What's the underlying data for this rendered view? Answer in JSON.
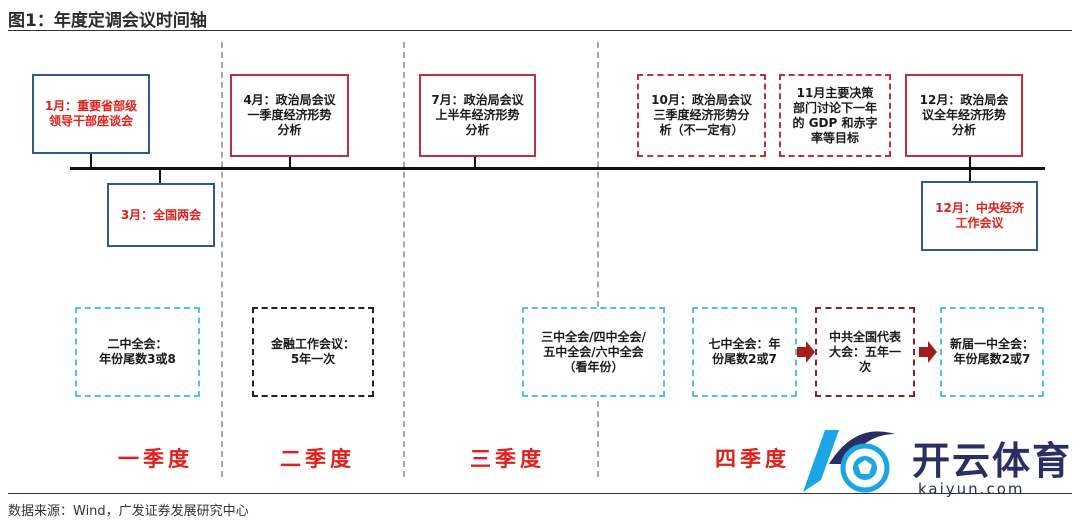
{
  "header": {
    "title": "图1：年度定调会议时间轴"
  },
  "timeline_top": [
    {
      "id": "jan",
      "lines": [
        "1月：重要省部级",
        "领导干部座谈会"
      ],
      "color": "red"
    },
    {
      "id": "apr",
      "lines": [
        "4月：政治局会议",
        "一季度经济形势",
        "分析"
      ],
      "color": "dark"
    },
    {
      "id": "jul",
      "lines": [
        "7月：政治局会议",
        "上半年经济形势",
        "分析"
      ],
      "color": "dark"
    },
    {
      "id": "oct",
      "lines": [
        "10月：政治局会议",
        "三季度经济形势分",
        "析（不一定有）"
      ],
      "color": "dark"
    },
    {
      "id": "nov",
      "lines": [
        "11月主要决策",
        "部门讨论下一年",
        "的 GDP 和赤字",
        "率等目标"
      ],
      "color": "dark"
    },
    {
      "id": "dec",
      "lines": [
        "12月：政治局会",
        "议全年经济形势",
        "分析"
      ],
      "color": "dark"
    }
  ],
  "timeline_bottom": [
    {
      "id": "mar",
      "lines": [
        "3月：全国两会"
      ],
      "color": "red"
    },
    {
      "id": "dec2",
      "lines": [
        "12月：中央经济",
        "工作会议"
      ],
      "color": "red"
    }
  ],
  "plenums": [
    {
      "id": "p2",
      "lines": [
        "二中全会：",
        "年份尾数3或8"
      ]
    },
    {
      "id": "fin",
      "lines": [
        "金融工作会议：",
        "5年一次"
      ]
    },
    {
      "id": "p3456",
      "lines": [
        "三中全会/四中全会/",
        "五中全会/六中全会",
        "（看年份）"
      ]
    },
    {
      "id": "p7",
      "lines": [
        "七中全会：年",
        "份尾数2或7"
      ]
    },
    {
      "id": "cong",
      "lines": [
        "中共全国代表",
        "大会：五年一",
        "次"
      ]
    },
    {
      "id": "p1",
      "lines": [
        "新届一中全会：",
        "年份尾数2或7"
      ]
    }
  ],
  "quarters": [
    "一季度",
    "二季度",
    "三季度",
    "四季度"
  ],
  "logo": {
    "cn": "开云体育",
    "en": "kaiyun.com"
  },
  "footer": {
    "source": "数据来源：Wind，广发证券发展研究中心"
  }
}
